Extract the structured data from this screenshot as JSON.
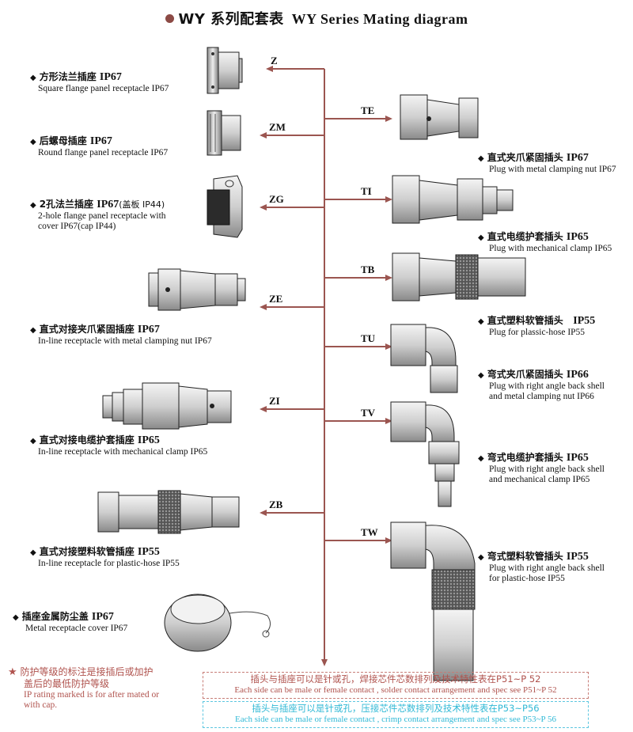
{
  "title": {
    "cn": "WY 系列配套表",
    "en": "WY Series Mating diagram"
  },
  "colors": {
    "accent": "#8c4a45",
    "line": "#9b5550",
    "note_red": "#b0534e",
    "note_cyan": "#31b9d6"
  },
  "receptacles": [
    {
      "code": "Z",
      "cn": "方形法兰插座",
      "ip": "IP67",
      "extra": "",
      "en": [
        "Square flange panel receptacle  IP67"
      ]
    },
    {
      "code": "ZM",
      "cn": "后螺母插座",
      "ip": "IP67",
      "extra": "",
      "en": [
        "Round flange panel receptacle  IP67"
      ]
    },
    {
      "code": "ZG",
      "cn": "2孔法兰插座",
      "ip": "IP67",
      "extra": "(盖板 IP44)",
      "en": [
        "2-hole flange panel receptacle with",
        "cover IP67(cap IP44)"
      ]
    },
    {
      "code": "ZE",
      "cn": "直式对接夹爪紧固插座",
      "ip": "IP67",
      "extra": "",
      "en": [
        "In-line receptacle with metal clamping nut  IP67"
      ]
    },
    {
      "code": "ZI",
      "cn": "直式对接电缆护套插座",
      "ip": "IP65",
      "extra": "",
      "en": [
        "In-line receptacle with mechanical clamp  IP65"
      ]
    },
    {
      "code": "ZB",
      "cn": "直式对接塑料软管插座",
      "ip": "IP55",
      "extra": "",
      "en": [
        "In-line receptacle for plastic-hose  IP55"
      ]
    }
  ],
  "cover": {
    "cn": "插座金属防尘盖",
    "ip": "IP67",
    "en": "Metal receptacle cover  IP67"
  },
  "plugs": [
    {
      "code": "TE",
      "cn": "直式夹爪紧固插头",
      "ip": "IP67",
      "en": [
        "Plug with metal clamping nut  IP67"
      ]
    },
    {
      "code": "TI",
      "cn": "直式电缆护套插头",
      "ip": "IP65",
      "en": [
        "Plug with mechanical clamp  IP65"
      ]
    },
    {
      "code": "TB",
      "cn": "直式塑料软管插头",
      "ip": "IP55",
      "en": [
        "Plug for plassic-hose  IP55"
      ]
    },
    {
      "code": "TU",
      "cn": "弯式夹爪紧固插头",
      "ip": "IP66",
      "en": [
        "Plug with right angle back shell",
        "and metal clamping nut  IP66"
      ]
    },
    {
      "code": "TV",
      "cn": "弯式电缆护套插头",
      "ip": "IP65",
      "en": [
        "Plug with right angle back shell",
        "and mechanical clamp  IP65"
      ]
    },
    {
      "code": "TW",
      "cn": "弯式塑料软管插头",
      "ip": "IP55",
      "en": [
        "Plug with right angle back shell",
        "for plastic-hose IP55"
      ]
    }
  ],
  "ip_note": {
    "star": "★",
    "cn": [
      "防护等级的标注是接插后或加护",
      "盖后的最低防护等级"
    ],
    "en": [
      "IP rating marked is for after mated or",
      "with cap."
    ]
  },
  "note_solder": {
    "cn": "插头与插座可以是针或孔，焊接芯件芯数排列及技术特性表在P51~P 52",
    "en": "Each side can be male or female contact , solder contact arrangement and spec see  P51~P 52"
  },
  "note_crimp": {
    "cn": "插头与插座可以是针或孔，压接芯件芯数排列及技术特性表在P53~P56",
    "en": "Each side can be male or female contact , crimp contact arrangement and spec see  P53~P 56"
  }
}
